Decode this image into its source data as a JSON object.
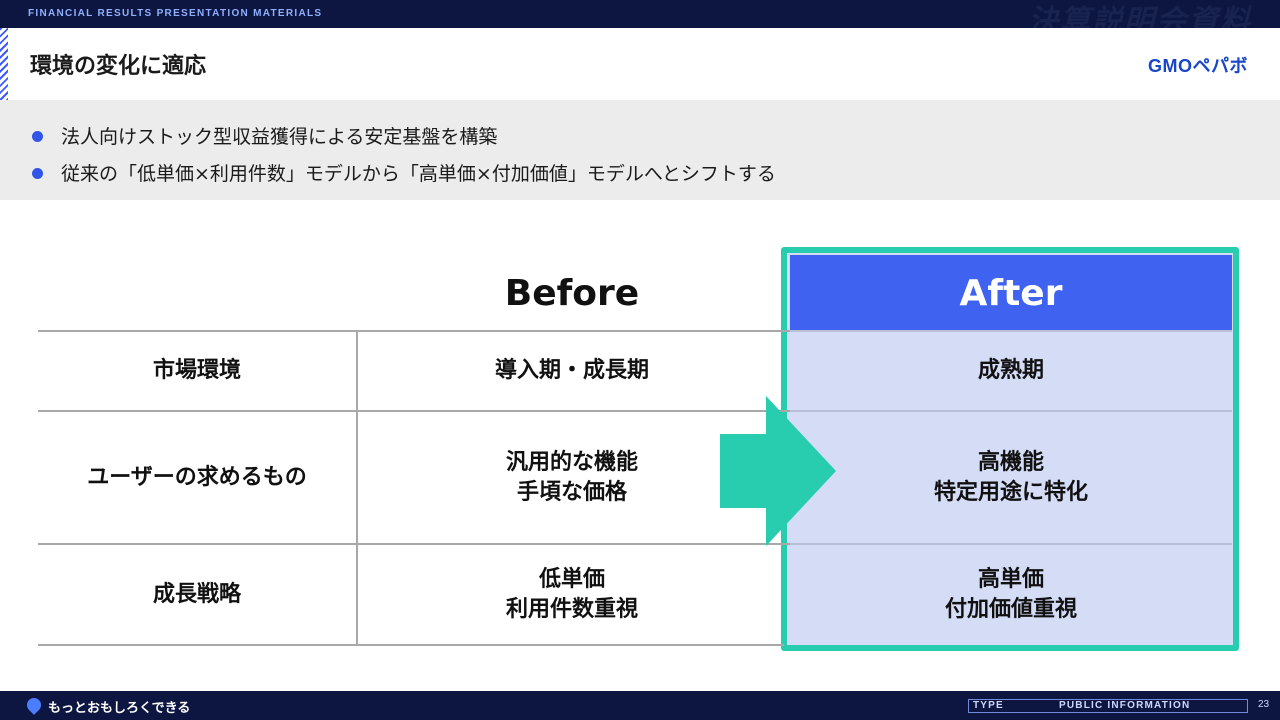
{
  "banner": {
    "tagline": "FINANCIAL RESULTS PRESENTATION MATERIALS",
    "doc_mark": "決算説明会資料"
  },
  "header": {
    "title": "環境の変化に適応",
    "logo": "GMOペパボ"
  },
  "bullets": [
    "法人向けストック型収益獲得による安定基盤を構築",
    "従来の「低単価×利用件数」モデルから「高単価×付加価値」モデルへとシフトする"
  ],
  "table": {
    "before_header": "Before",
    "after_header": "After",
    "rows": [
      {
        "label": "市場環境",
        "before": [
          "導入期・成長期"
        ],
        "after": [
          "成熟期"
        ]
      },
      {
        "label": "ユーザーの求めるもの",
        "before": [
          "汎用的な機能",
          "手頃な価格"
        ],
        "after": [
          "高機能",
          "特定用途に特化"
        ]
      },
      {
        "label": "成長戦略",
        "before": [
          "低単価",
          "利用件数重視"
        ],
        "after": [
          "高単価",
          "付加価値重視"
        ]
      }
    ]
  },
  "colors": {
    "accent_blue": "#3f63f0",
    "frame_teal": "#27cdae",
    "after_fill": "#d5dcf6",
    "navy": "#0d1640"
  },
  "footer": {
    "slogan": "もっとおもしろくできる",
    "type_label": "TYPE",
    "info_label": "PUBLIC INFORMATION",
    "page_number": "23"
  }
}
